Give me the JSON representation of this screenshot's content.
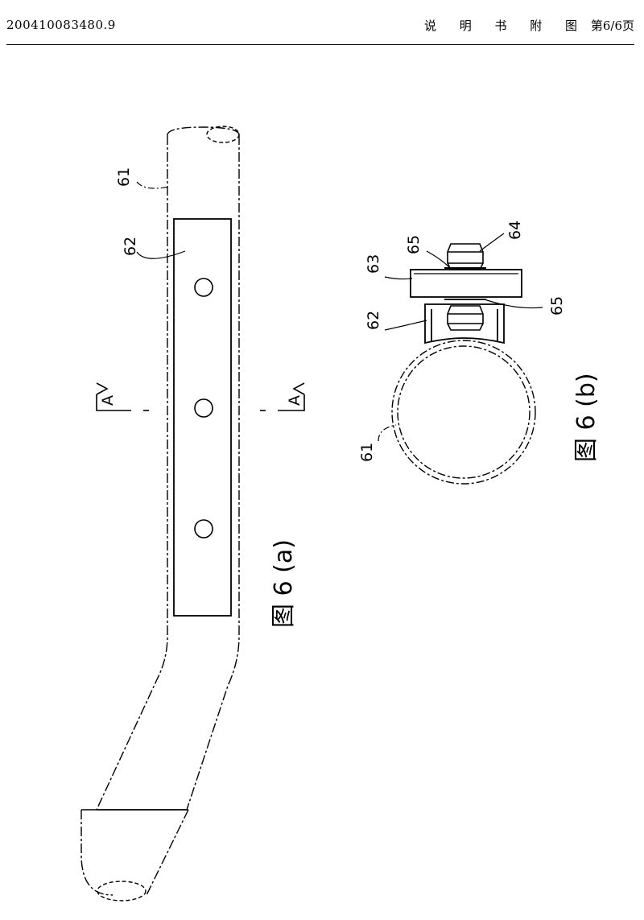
{
  "header": {
    "application_number": "200410083480.9",
    "doc_type": "说 明 书 附 图",
    "page": "第6/6页"
  },
  "figure_a": {
    "caption": "图 6 (a)",
    "labels": {
      "pipe": "61",
      "bracket": "62"
    },
    "section_marks": {
      "left": "A",
      "right": "A"
    }
  },
  "figure_b": {
    "caption": "图 6 (b)",
    "labels": {
      "pipe": "61",
      "bracket": "62",
      "plate": "63",
      "bolt": "64",
      "washer_top": "65",
      "washer_bottom": "65"
    }
  }
}
